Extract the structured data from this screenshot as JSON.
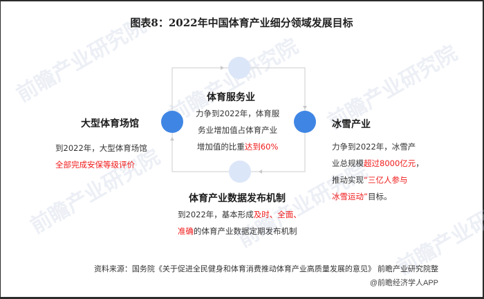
{
  "title": "图表8：2022年中国体育产业细分领域发展目标",
  "colors": {
    "primary_circle": "#3f86e4",
    "light_circle": "#dbe6f8",
    "connector": "#d4d4d4",
    "highlight": "#f01a1a",
    "text": "#333333"
  },
  "watermark": "前瞻产业研究院",
  "nodes": {
    "top": {
      "title": "体育服务业",
      "lines": [
        {
          "text": "力争到2022年，体育服"
        },
        {
          "text": "务业增加值占体育产业"
        },
        {
          "pre": "增加值的比重",
          "highlight": "达到60%"
        }
      ]
    },
    "left": {
      "title": "大型体育场馆",
      "lines": [
        {
          "text": "到2022年，大型体育场馆"
        },
        {
          "highlight": "全部完成安保等级评价"
        }
      ]
    },
    "right": {
      "title": "冰雪产业",
      "lines": [
        {
          "text": "力争到2022年，冰雪产"
        },
        {
          "pre": "业总规模",
          "highlight": "超过8000亿元",
          "post": "，"
        },
        {
          "pre": "推动实现",
          "highlight": "“三亿人参与"
        },
        {
          "highlight": "冰雪运动”",
          "post": "目标。"
        }
      ]
    },
    "bottom": {
      "title": "体育产业数据发布机制",
      "lines": [
        {
          "pre": "到2022年，基本形成",
          "highlight": "及时、全面、"
        },
        {
          "highlight": "准确",
          "post": "的体育产业数据定期发布机制"
        }
      ]
    }
  },
  "footer": {
    "source": "资料来源：国务院《关于促进全民健身和体育消费推动体育产业高质量发展的意见》 前瞻产业研究院整",
    "credit": "@前瞻经济学人APP"
  }
}
